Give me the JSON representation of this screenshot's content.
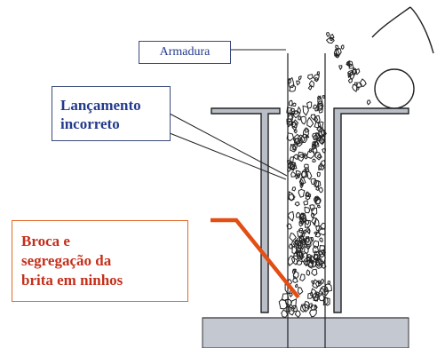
{
  "labels": {
    "armadura": "Armadura",
    "lancamento": [
      "Lançamento",
      "incorreto"
    ],
    "broca": [
      "Broca e",
      "segregação da",
      "brita em ninhos"
    ]
  },
  "colors": {
    "outline": "#222222",
    "soil_fill": "#c4c9d1",
    "slab_fill": "#b9bec7",
    "label_text_blue": "#243a8c",
    "label_text_red": "#c4301c",
    "arrow_orange": "#e34e14"
  }
}
